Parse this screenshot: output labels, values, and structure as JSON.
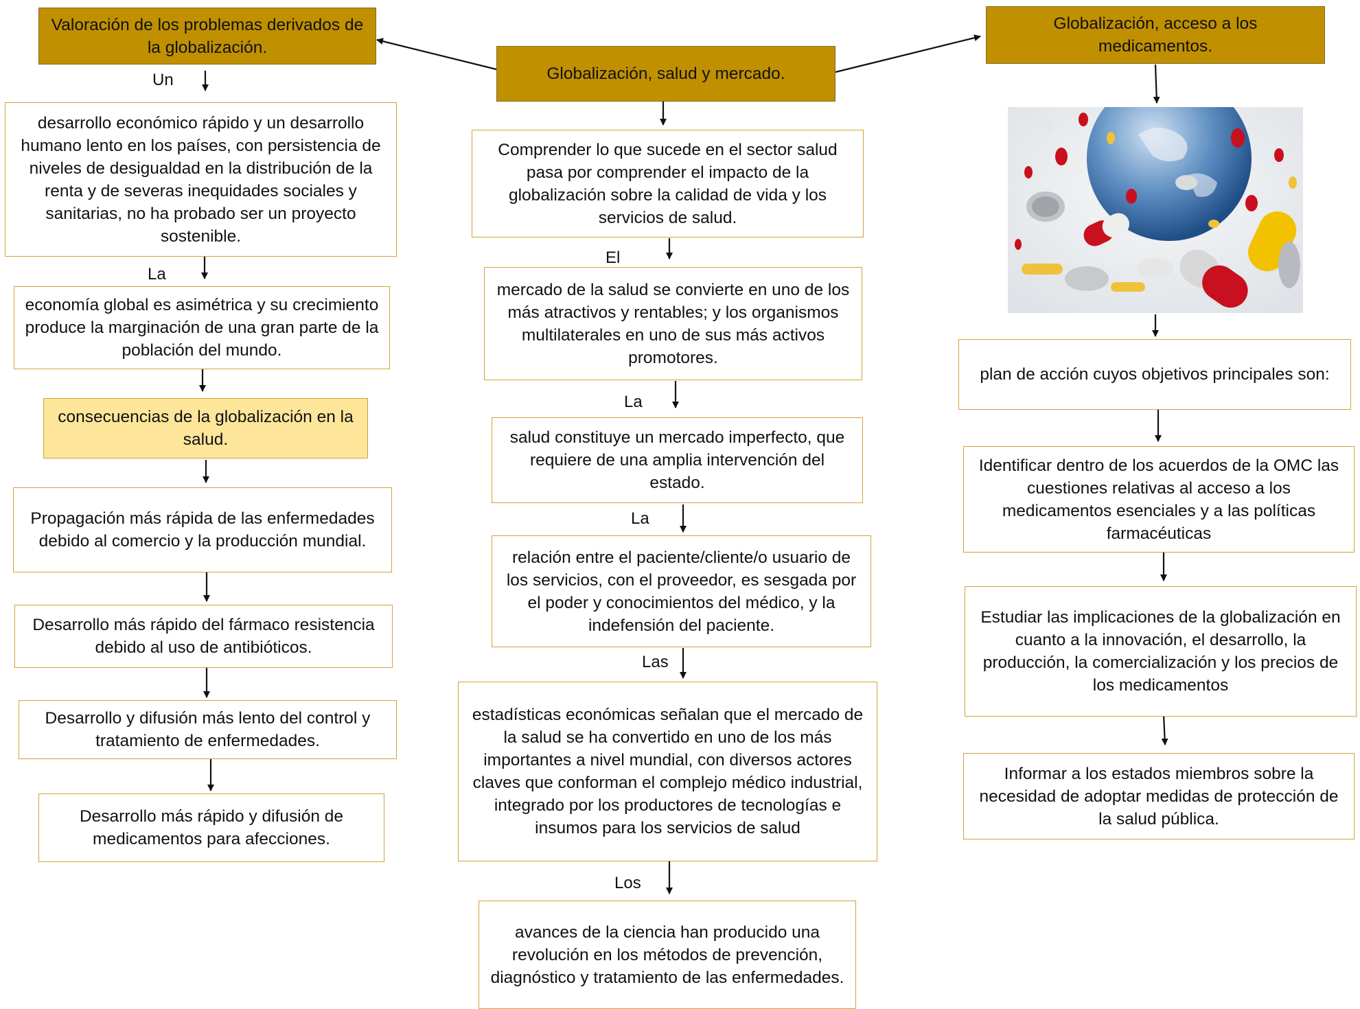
{
  "center": {
    "title": "Globalización, salud y mercado.",
    "nodes": [
      {
        "text": "Comprender lo que sucede en el sector salud pasa por comprender el impacto de la globalización sobre la calidad de vida y los servicios de salud."
      },
      {
        "connector": "El",
        "text": "mercado de la salud se convierte en uno de los más atractivos y rentables; y los organismos multilaterales en uno de sus más activos promotores."
      },
      {
        "connector": "La",
        "text": "salud constituye un mercado imperfecto, que requiere de una amplia intervención del estado."
      },
      {
        "connector": "La",
        "text": "relación entre el paciente/cliente/o usuario de los servicios, con el proveedor, es sesgada por el poder y conocimientos del médico, y la indefensión del paciente."
      },
      {
        "connector": "Las",
        "text": "estadísticas económicas señalan que el mercado de la salud se ha convertido en uno de los más importantes a nivel mundial, con diversos actores claves que conforman el complejo médico industrial, integrado por los productores de tecnologías e insumos para los servicios de salud"
      },
      {
        "connector": "Los",
        "text": "avances de la ciencia han producido una revolución en los métodos de prevención, diagnóstico y tratamiento de las enfermedades."
      }
    ]
  },
  "left": {
    "title": "Valoración de los problemas derivados de la globalización.",
    "nodes": [
      {
        "connector": "Un",
        "text": "desarrollo económico rápido y un desarrollo humano lento en los países, con persistencia de niveles de desigualdad en la distribución de la renta y de severas inequidades sociales y sanitarias, no ha probado ser un proyecto sostenible."
      },
      {
        "connector": "La",
        "text": "economía global es asimétrica y su crecimiento produce la marginación de una gran parte de la población del mundo."
      },
      {
        "text": "consecuencias de la globalización en la salud."
      },
      {
        "text": "Propagación más rápida de las enfermedades debido al comercio y la producción mundial."
      },
      {
        "text": "Desarrollo más rápido del fármaco resistencia debido al uso de antibióticos."
      },
      {
        "text": "Desarrollo y difusión más lento del control y tratamiento de enfermedades."
      },
      {
        "text": "Desarrollo más rápido y difusión de medicamentos para afecciones."
      }
    ]
  },
  "right": {
    "title": "Globalización, acceso a los medicamentos.",
    "image": "globe-and-pills-illustration",
    "nodes": [
      {
        "text": "plan de acción cuyos objetivos principales son:"
      },
      {
        "text": "Identificar dentro de los acuerdos de la OMC las cuestiones relativas al acceso a los medicamentos esenciales y a las políticas farmacéuticas"
      },
      {
        "text": "Estudiar las implicaciones de la globalización en cuanto a la innovación, el desarrollo, la producción, la comercialización y los precios de los medicamentos"
      },
      {
        "text": "Informar a los estados miembros sobre la necesidad de adoptar medidas de protección de la salud pública."
      }
    ]
  },
  "colors": {
    "title_fill": "#c09000",
    "highlight_fill": "#fde59a",
    "box_border": "#d2a23a",
    "arrow": "#111111"
  }
}
